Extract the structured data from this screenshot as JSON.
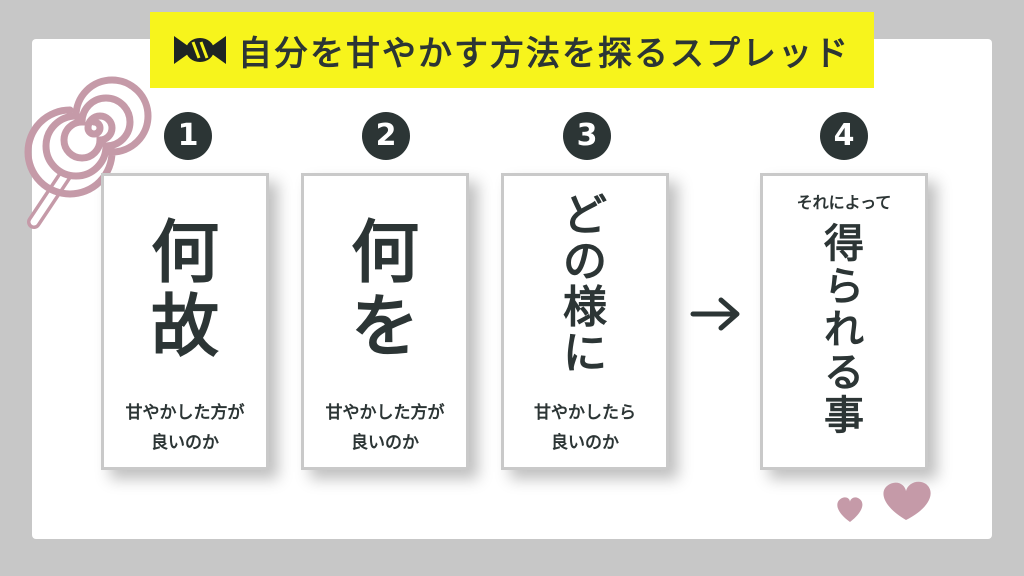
{
  "banner": {
    "title": "自分を甘やかす方法を探るスプレッド",
    "icon": "candy-icon",
    "color": "#f7f41c"
  },
  "colors": {
    "background": "#c7c7c7",
    "panel": "#ffffff",
    "text": "#2c3535",
    "accent": "#c59aa8"
  },
  "steps": [
    {
      "number": "1",
      "big": [
        "何",
        "故"
      ],
      "small": [
        "甘やかした方が",
        "良いのか"
      ]
    },
    {
      "number": "2",
      "big": [
        "何",
        "を"
      ],
      "small": [
        "甘やかした方が",
        "良いのか"
      ]
    },
    {
      "number": "3",
      "big": [
        "ど",
        "の",
        "様",
        "に"
      ],
      "small": [
        "甘やかしたら",
        "良いのか"
      ]
    },
    {
      "number": "4",
      "top": "それによって",
      "big": [
        "得",
        "ら",
        "れ",
        "る",
        "事"
      ]
    }
  ],
  "decorations": [
    "lollipop-icon",
    "arrow-right-icon",
    "hearts-icon"
  ]
}
